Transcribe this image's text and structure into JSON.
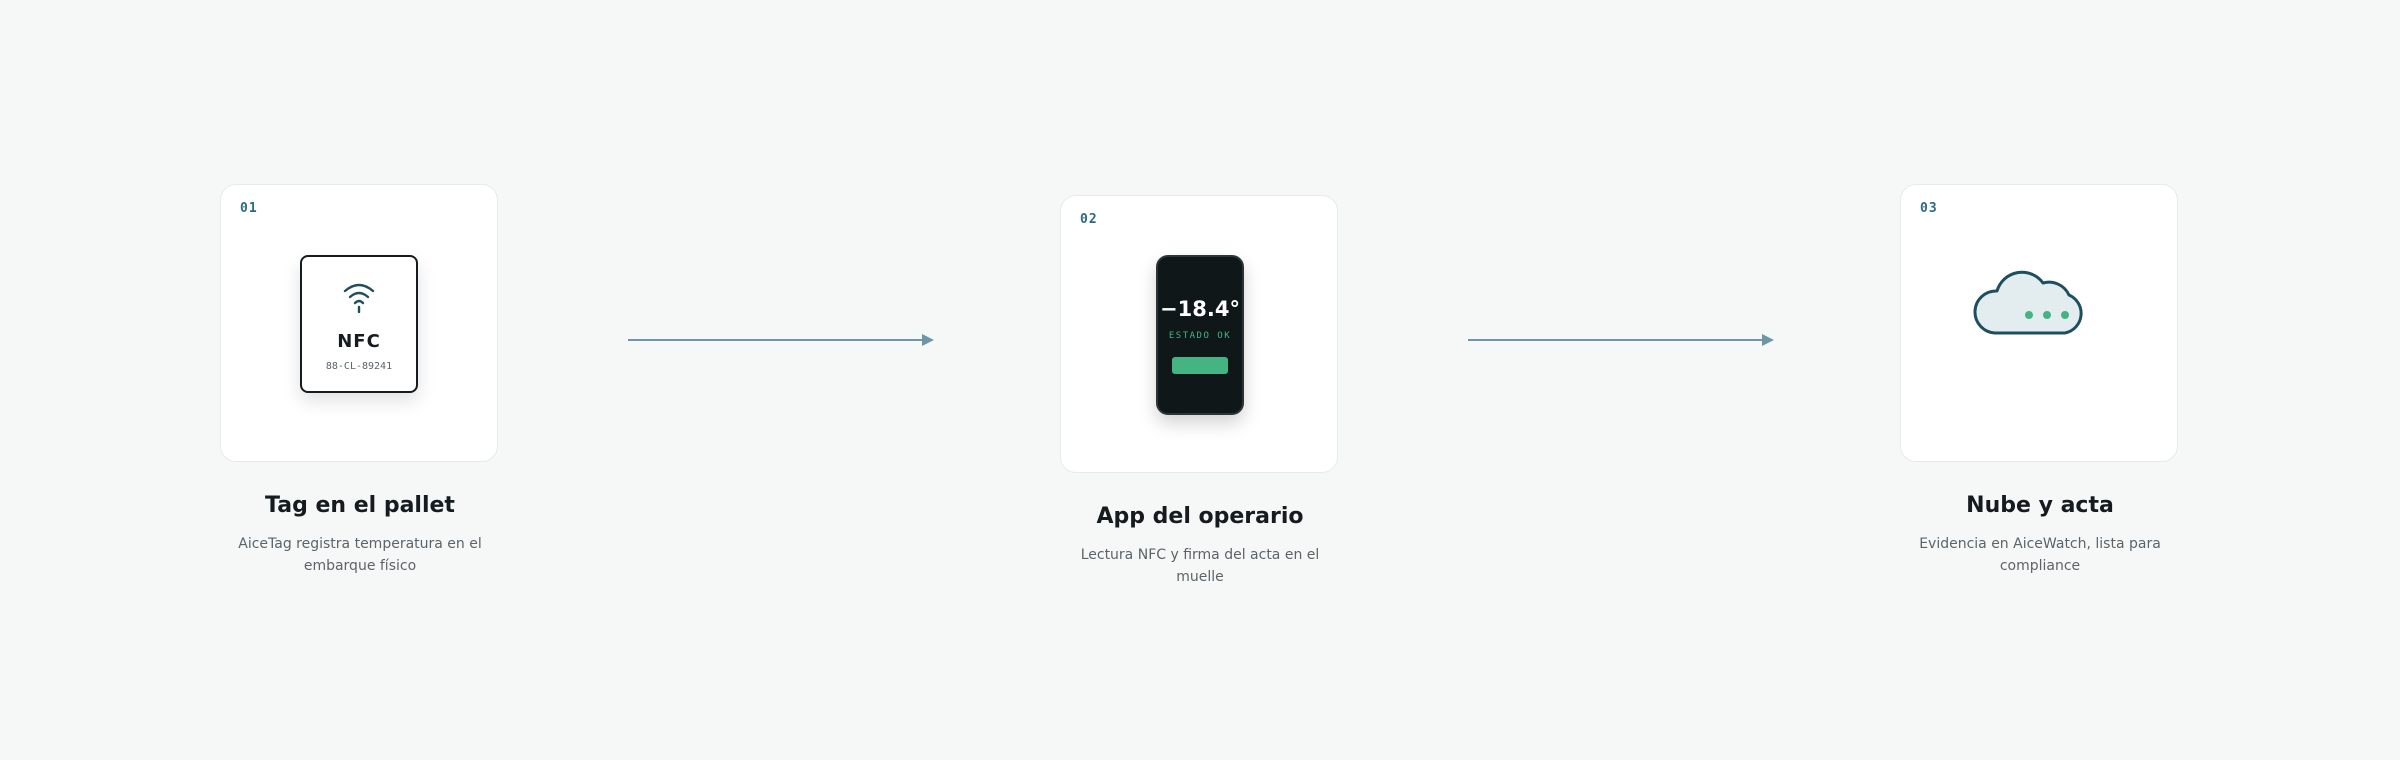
{
  "steps": [
    {
      "number": "01",
      "title": "Tag en el pallet",
      "description": "AiceTag registra temperatura en el embarque físico",
      "visual": {
        "icon": "nfc-tag-icon",
        "label": "NFC",
        "code": "88-CL-89241"
      }
    },
    {
      "number": "02",
      "title": "App del operario",
      "description": "Lectura NFC y firma del acta en el muelle",
      "visual": {
        "icon": "phone-icon",
        "temperature": "−18.4°",
        "status": "ESTADO OK"
      }
    },
    {
      "number": "03",
      "title": "Nube y acta",
      "description": "Evidencia en AiceWatch, lista para compliance",
      "visual": {
        "icon": "cloud-icon"
      }
    }
  ],
  "colors": {
    "accent_green": "#43b482",
    "accent_teal": "#2c6b80",
    "arrow": "#6d96a6"
  }
}
